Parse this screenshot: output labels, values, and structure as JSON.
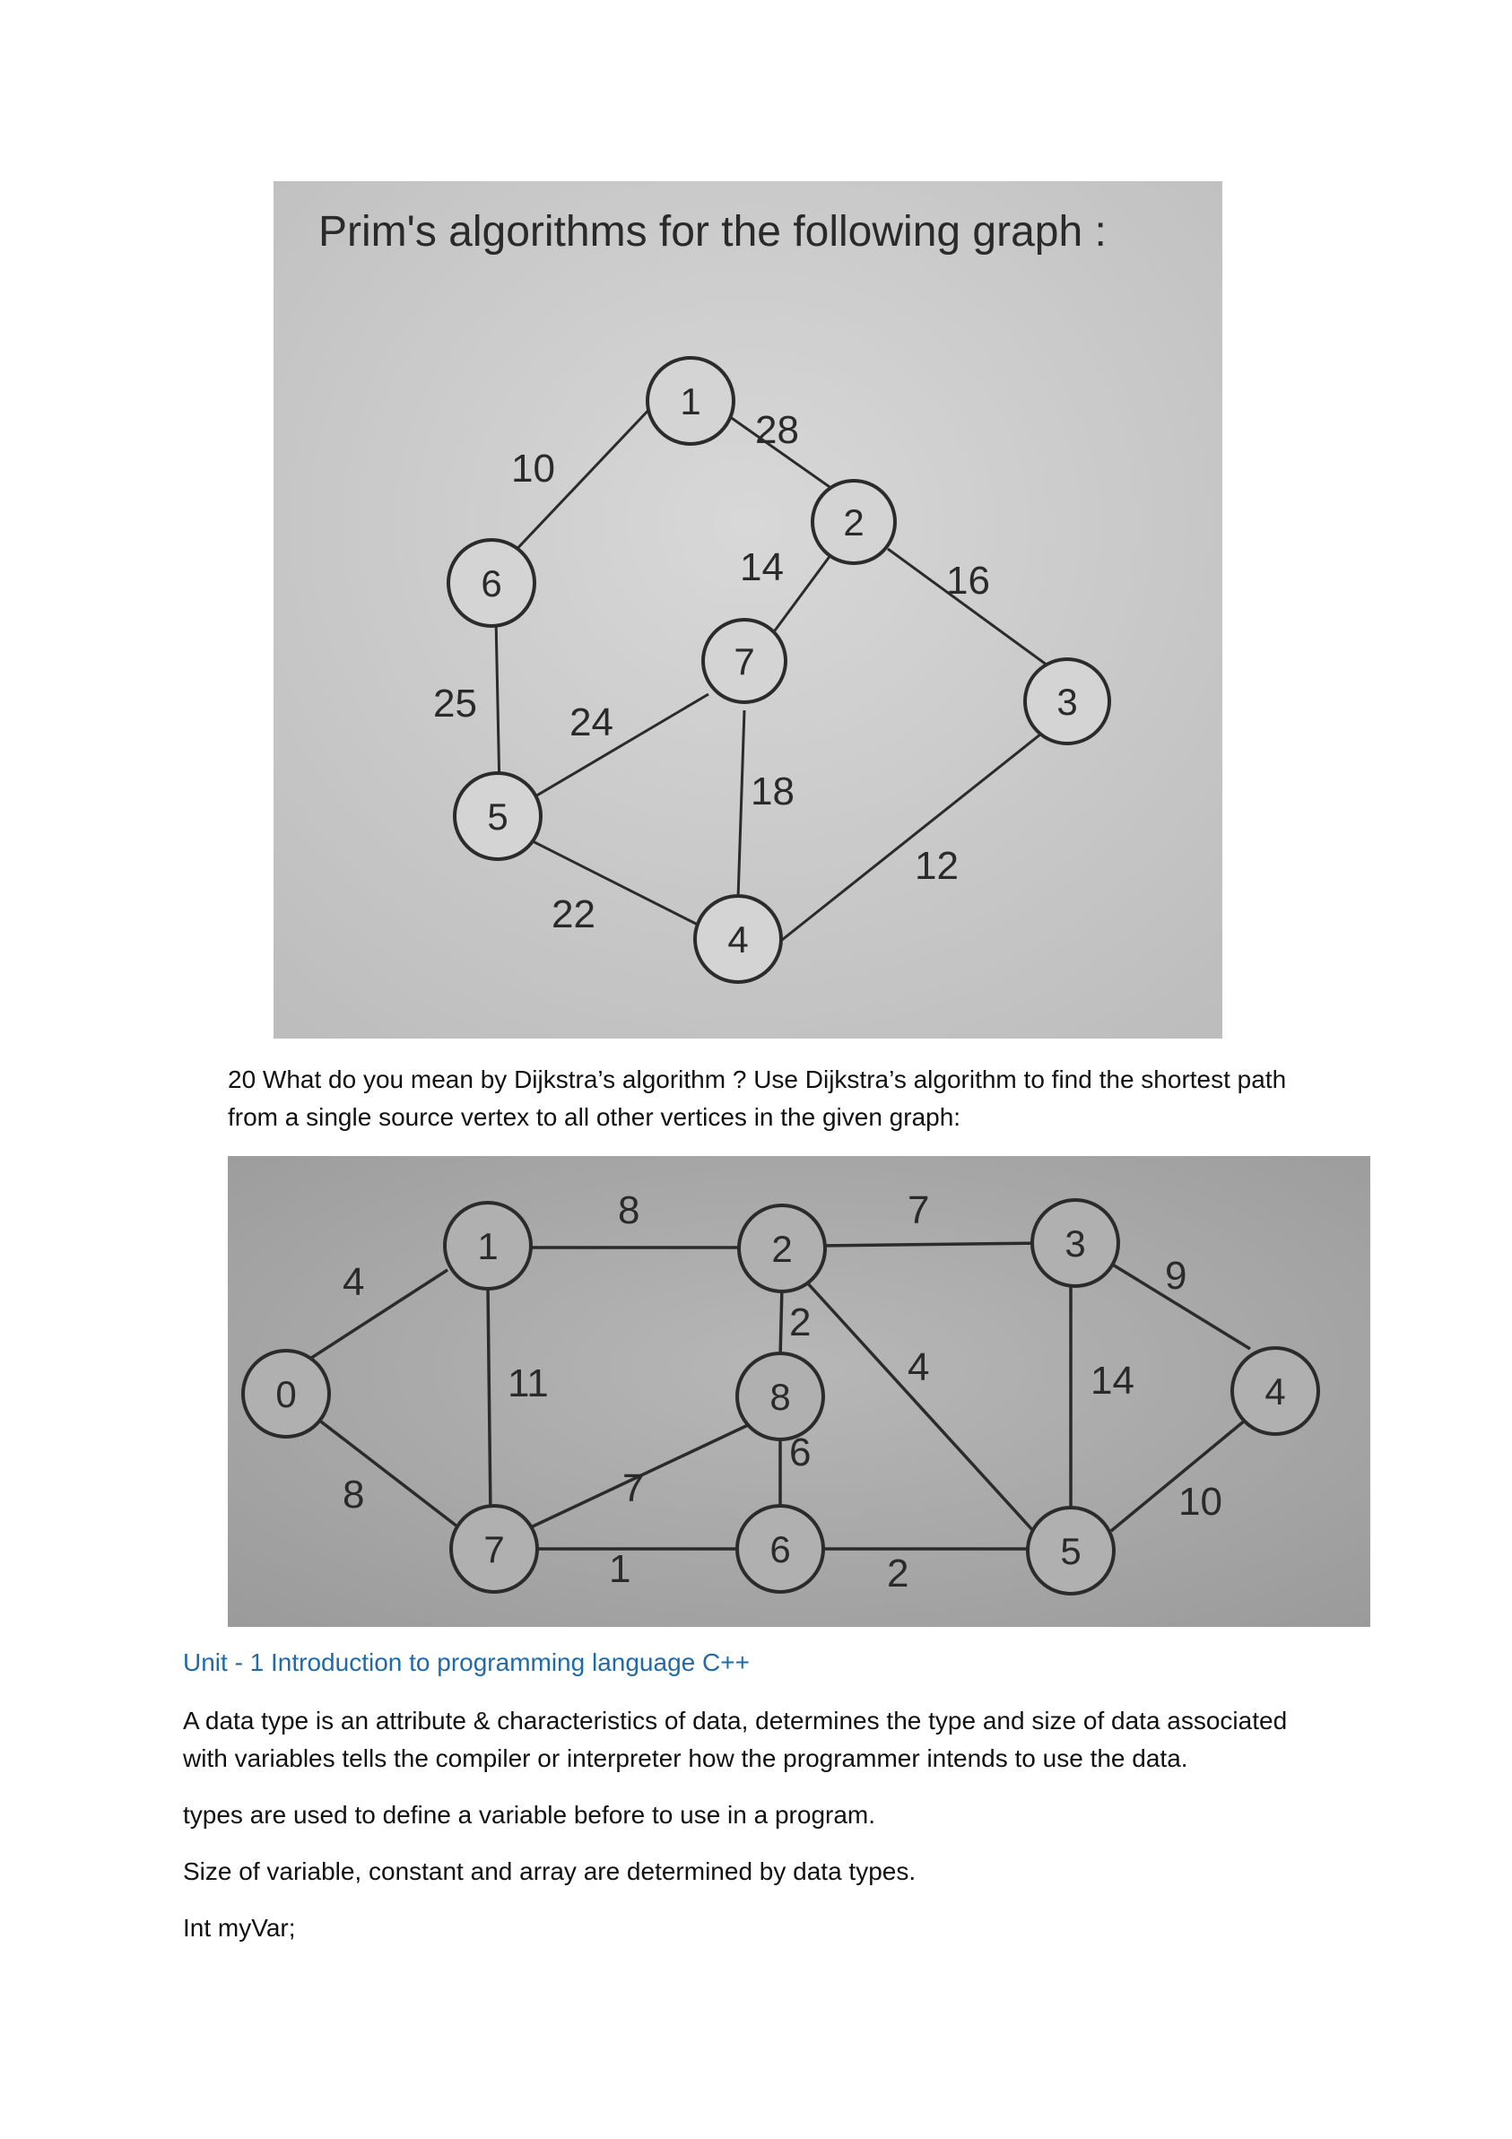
{
  "prim_figure": {
    "caption": "Prim's algorithms for the following graph :",
    "nodes": [
      {
        "id": "n1",
        "label": "1"
      },
      {
        "id": "n2",
        "label": "2"
      },
      {
        "id": "n3",
        "label": "3"
      },
      {
        "id": "n4",
        "label": "4"
      },
      {
        "id": "n5",
        "label": "5"
      },
      {
        "id": "n6",
        "label": "6"
      },
      {
        "id": "n7",
        "label": "7"
      }
    ],
    "edges": [
      {
        "from": "1",
        "to": "6",
        "weight": "10"
      },
      {
        "from": "1",
        "to": "2",
        "weight": "28"
      },
      {
        "from": "2",
        "to": "7",
        "weight": "14"
      },
      {
        "from": "2",
        "to": "3",
        "weight": "16"
      },
      {
        "from": "6",
        "to": "5",
        "weight": "25"
      },
      {
        "from": "5",
        "to": "7",
        "weight": "24"
      },
      {
        "from": "7",
        "to": "4",
        "weight": "18"
      },
      {
        "from": "5",
        "to": "4",
        "weight": "22"
      },
      {
        "from": "4",
        "to": "3",
        "weight": "12"
      }
    ]
  },
  "question": {
    "line1": "20  What do you mean by Dijkstra’s algorithm ? Use Dijkstra’s algorithm to find the shortest path",
    "line2": "from a single source vertex to all other vertices in the given graph:"
  },
  "dijkstra_figure": {
    "nodes": [
      {
        "id": "d0",
        "label": "0"
      },
      {
        "id": "d1",
        "label": "1"
      },
      {
        "id": "d2",
        "label": "2"
      },
      {
        "id": "d3",
        "label": "3"
      },
      {
        "id": "d4",
        "label": "4"
      },
      {
        "id": "d5",
        "label": "5"
      },
      {
        "id": "d6",
        "label": "6"
      },
      {
        "id": "d7",
        "label": "7"
      },
      {
        "id": "d8",
        "label": "8"
      }
    ],
    "edges": [
      {
        "from": "0",
        "to": "1",
        "weight": "4"
      },
      {
        "from": "0",
        "to": "7",
        "weight": "8"
      },
      {
        "from": "1",
        "to": "2",
        "weight": "8"
      },
      {
        "from": "1",
        "to": "7",
        "weight": "11"
      },
      {
        "from": "2",
        "to": "3",
        "weight": "7"
      },
      {
        "from": "2",
        "to": "8",
        "weight": "2"
      },
      {
        "from": "2",
        "to": "5",
        "weight": "4"
      },
      {
        "from": "3",
        "to": "4",
        "weight": "9"
      },
      {
        "from": "3",
        "to": "5",
        "weight": "14"
      },
      {
        "from": "7",
        "to": "8",
        "weight": "7"
      },
      {
        "from": "7",
        "to": "6",
        "weight": "1"
      },
      {
        "from": "8",
        "to": "6",
        "weight": "6"
      },
      {
        "from": "6",
        "to": "5",
        "weight": "2"
      },
      {
        "from": "5",
        "to": "4",
        "weight": "10"
      }
    ]
  },
  "unit_heading": "Unit  - 1 Introduction to  programming language C++",
  "paragraphs": {
    "p1_line1": "A data type is an attribute & characteristics of data, determines the type and size of data associated",
    "p1_line2": "with variables tells the compiler or interpreter how the programmer intends to use the data.",
    "p2": "types are used to define a variable before to use in a program.",
    "p3": "Size of variable, constant and array are determined by data types.",
    "p4": "Int myVar;"
  },
  "colors": {
    "heading": "#1f6aa8",
    "prim_bg": "#cfcfcf",
    "dijkstra_bg": "#a9a9a9"
  }
}
